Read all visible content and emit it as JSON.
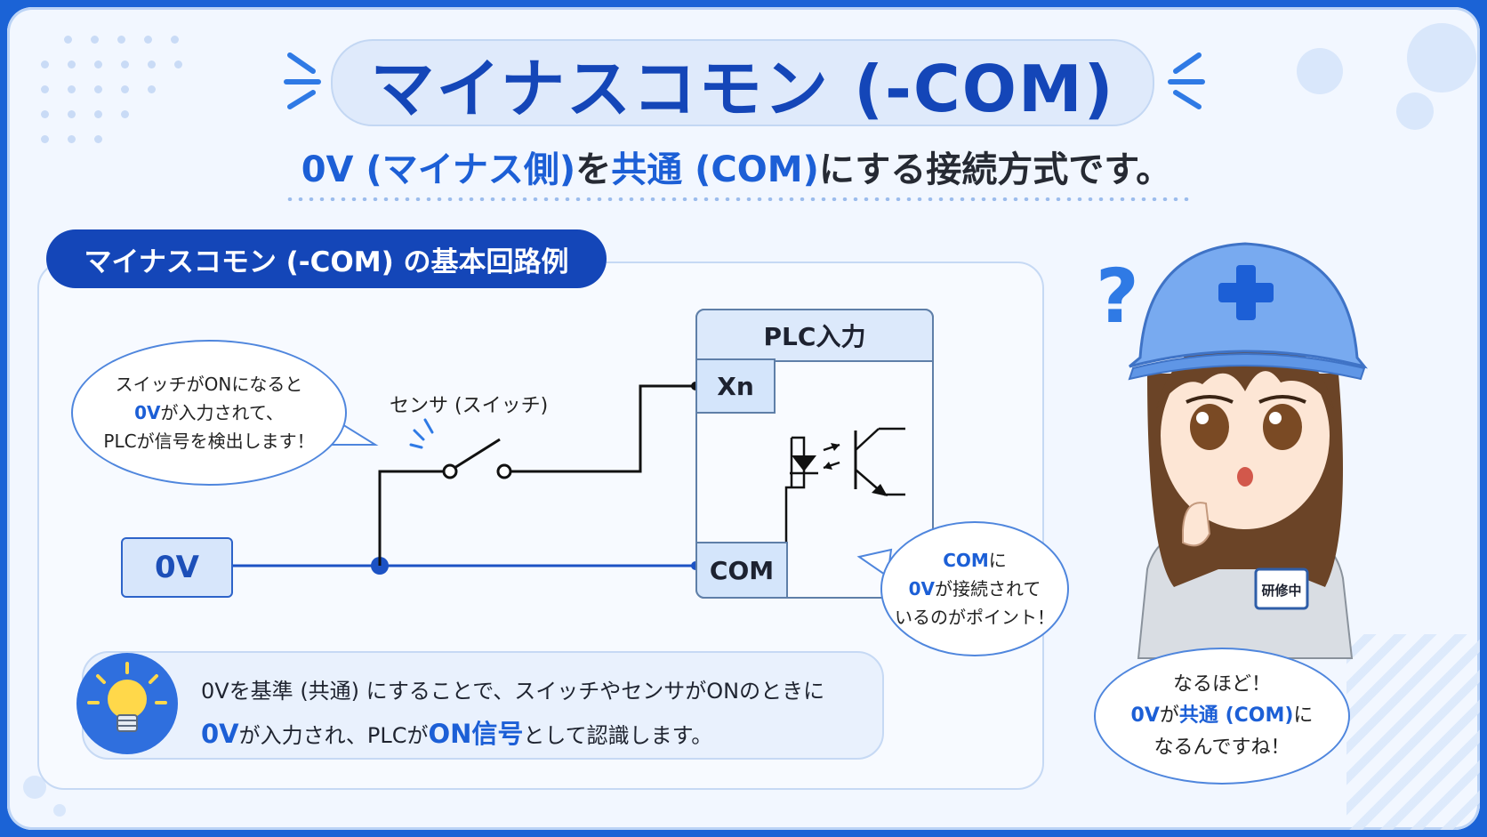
{
  "title": "マイナスコモン (-COM)",
  "subtitle": {
    "part1": "0V (マイナス側)",
    "part2": "を",
    "part3": "共通 (COM)",
    "part4": "にする接続方式です。"
  },
  "section_tab": "マイナスコモン (-COM) の基本回路例",
  "plc": {
    "header": "PLC入力",
    "port_xn": "Xn",
    "port_com": "COM"
  },
  "zero_v_box": "0V",
  "sensor_label": "センサ (スイッチ)",
  "bubble_left": {
    "line1": "スイッチがONになると",
    "line2_hl": "0V",
    "line2": "が入力されて、",
    "line3": "PLCが信号を検出します！"
  },
  "bubble_com": {
    "line1_hl": "COM",
    "line1": "に",
    "line2_hl": "0V",
    "line2": "が接続されて",
    "line3": "いるのがポイント！"
  },
  "tip": {
    "line1": "0Vを基準 (共通) にすることで、スイッチやセンサがONのときに",
    "line2_hl1": "0V",
    "line2_a": "が入力され、PLCが",
    "line2_hl2": "ON信号",
    "line2_b": "として認識します。"
  },
  "girl_bubble": {
    "line1": "なるほど！",
    "line2_hl": "0V",
    "line2_a": "が",
    "line2_hl2": "共通 (COM)",
    "line2_b": "に",
    "line3": "なるんですね！"
  },
  "badge_text": "研修中",
  "colors": {
    "accent": "#1c5fd6",
    "dark_blue": "#1446b8",
    "background": "#f2f7ff"
  },
  "icons": [
    "question-mark-icon",
    "lightbulb-icon",
    "helmet-cross-icon",
    "sparkle-icon"
  ]
}
